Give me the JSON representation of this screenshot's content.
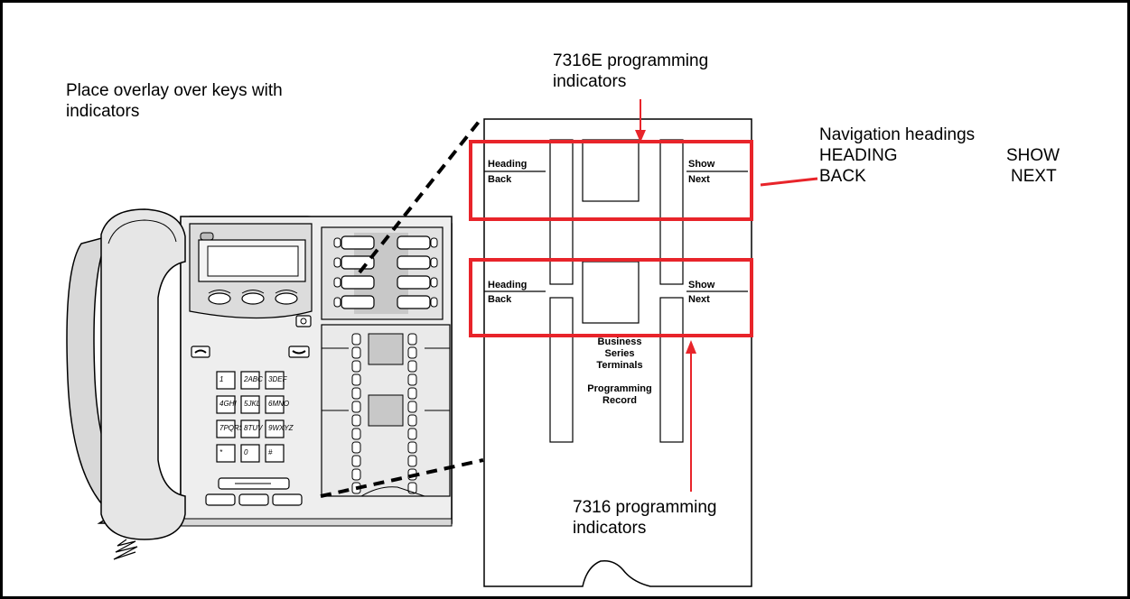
{
  "labels": {
    "place_overlay": [
      "Place overlay over keys with",
      "indicators"
    ],
    "programming_7316e": [
      "7316E programming",
      "indicators"
    ],
    "programming_7316": [
      "7316 programming",
      "indicators"
    ],
    "navigation_title": "Navigation headings",
    "navigation_pairs": [
      {
        "left": "HEADING",
        "right": "SHOW"
      },
      {
        "left": "BACK",
        "right": "NEXT"
      }
    ]
  },
  "overlay": {
    "heading": "Heading",
    "back": "Back",
    "show": "Show",
    "next": "Next",
    "center_text": [
      "Business",
      "Series",
      "Terminals"
    ],
    "center_text2": [
      "Programming",
      "Record"
    ]
  },
  "phone": {
    "keypad": [
      "1",
      "2ABC",
      "3DEF",
      "4GHI",
      "5JKL",
      "6MNO",
      "7PQRS",
      "8TUV",
      "9WXYZ",
      "*",
      "0",
      "#"
    ]
  },
  "colors": {
    "highlight": "#e8242a",
    "phone_fill": "#e6e6e6",
    "phone_dark": "#bdbdbd"
  }
}
